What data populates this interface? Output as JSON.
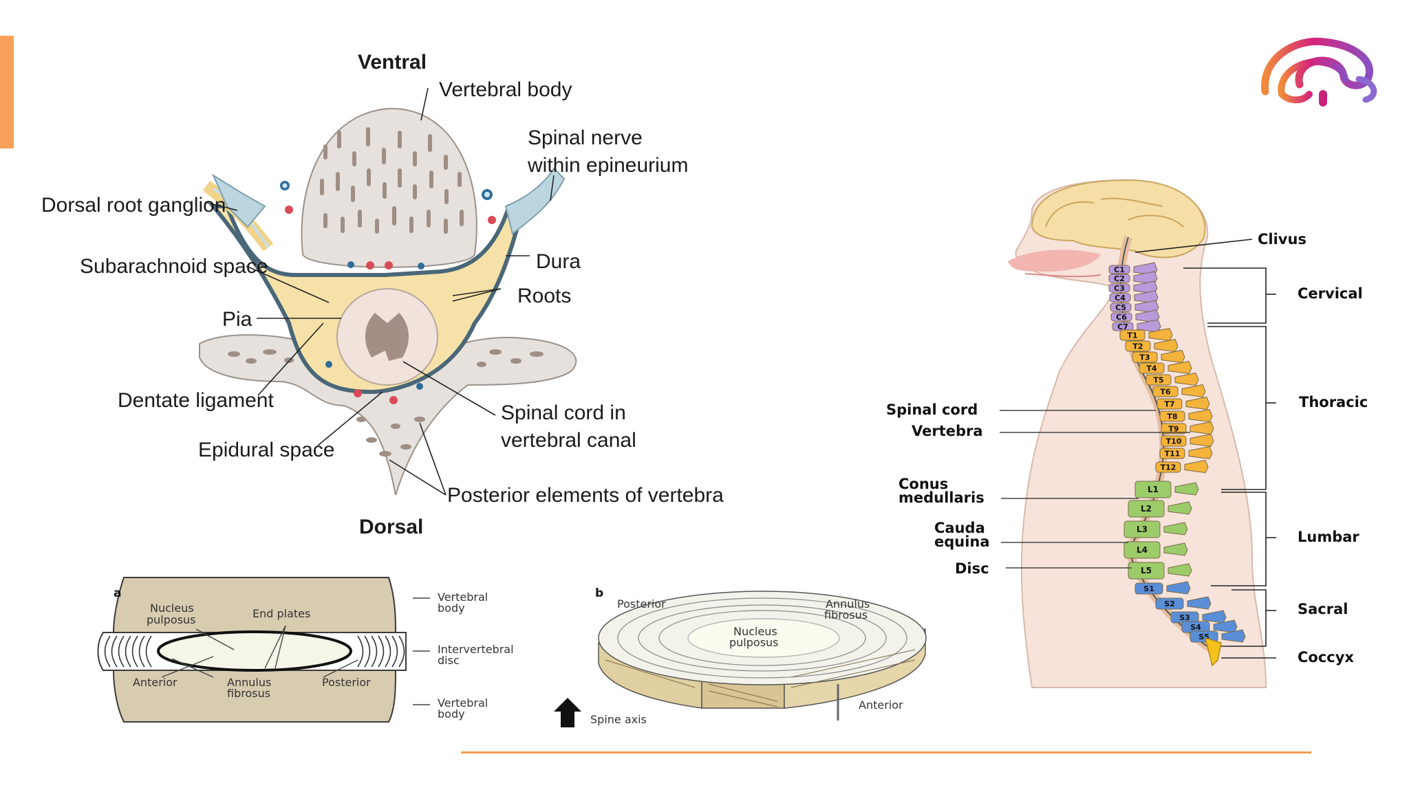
{
  "colors": {
    "accent_orange": "#f7a15b",
    "divider_orange": "#f29a4a",
    "bone_fill": "#e6e1dc",
    "csf_yellow": "#f6e2a8",
    "dura_blue": "#bcd6e0",
    "cervical": "#b99adb",
    "thoracic": "#f4b33a",
    "lumbar": "#9ccc6a",
    "sacral": "#5a8fd8",
    "coccyx": "#f5c21b",
    "skin": "#f7e3da",
    "disc_tan": "#d8ccb0"
  },
  "logo": {
    "icon": "brand-arc-logo-icon"
  },
  "cross_section": {
    "top_label": "Ventral",
    "bottom_label": "Dorsal",
    "labels": {
      "vertebral_body": "Vertebral body",
      "spinal_nerve_1": "Spinal nerve",
      "spinal_nerve_2": "within epineurium",
      "dorsal_root_ganglion": "Dorsal root ganglion",
      "subarachnoid_space": "Subarachnoid space",
      "dura": "Dura",
      "roots": "Roots",
      "pia": "Pia",
      "dentate_ligament": "Dentate ligament",
      "epidural_space": "Epidural space",
      "spinal_cord_1": "Spinal cord in",
      "spinal_cord_2": "vertebral canal",
      "posterior_elements": "Posterior elements of vertebra"
    }
  },
  "disc_side": {
    "panel_letter": "a",
    "labels": {
      "nucleus_1": "Nucleus",
      "nucleus_2": "pulposus",
      "end_plates": "End plates",
      "anterior": "Anterior",
      "annulus_1": "Annulus",
      "annulus_2": "fibrosus",
      "posterior": "Posterior",
      "vb_top_1": "Vertebral",
      "vb_top_2": "body",
      "iv_1": "Intervertebral",
      "iv_2": "disc",
      "vb_bot_1": "Vertebral",
      "vb_bot_2": "body"
    }
  },
  "disc_3d": {
    "panel_letter": "b",
    "labels": {
      "posterior": "Posterior",
      "annulus_1": "Annulus",
      "annulus_2": "fibrosus",
      "nucleus_1": "Nucleus",
      "nucleus_2": "pulposus",
      "anterior": "Anterior",
      "spine_axis": "Spine axis"
    }
  },
  "spine_column": {
    "labels": {
      "clivus": "Clivus",
      "cervical": "Cervical",
      "thoracic": "Thoracic",
      "lumbar": "Lumbar",
      "sacral": "Sacral",
      "coccyx": "Coccyx",
      "spinal_cord": "Spinal cord",
      "vertebra": "Vertebra",
      "conus_1": "Conus",
      "conus_2": "medullaris",
      "cauda_1": "Cauda",
      "cauda_2": "equina",
      "disc": "Disc"
    },
    "cervical_levels": [
      "C1",
      "C2",
      "C3",
      "C4",
      "C5",
      "C6",
      "C7"
    ],
    "thoracic_levels": [
      "T1",
      "T2",
      "T3",
      "T4",
      "T5",
      "T6",
      "T7",
      "T8",
      "T9",
      "T10",
      "T11",
      "T12"
    ],
    "lumbar_levels": [
      "L1",
      "L2",
      "L3",
      "L4",
      "L5"
    ],
    "sacral_levels": [
      "S1",
      "S2",
      "S3",
      "S4",
      "S5"
    ]
  }
}
